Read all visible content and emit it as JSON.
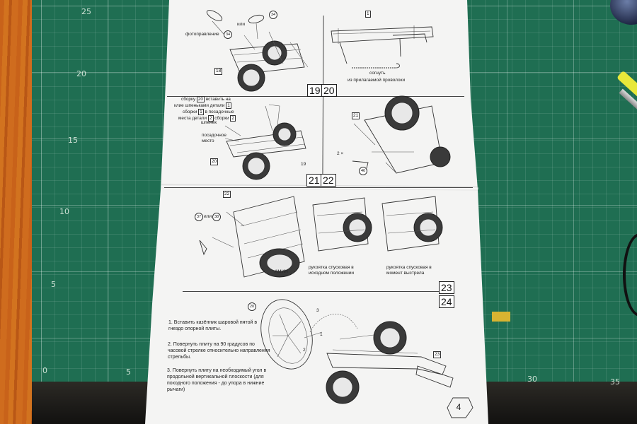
{
  "mat": {
    "ruler_left": [
      "25",
      "20",
      "15",
      "10",
      "5",
      "0"
    ],
    "ruler_bottom": [
      "5",
      "30",
      "35"
    ]
  },
  "sheet": {
    "page_number": "4",
    "step_numbers": [
      "19",
      "20",
      "21",
      "22",
      "23",
      "24"
    ]
  },
  "step19": {
    "option_word": "или",
    "photoetch_label": "фотоправление",
    "parts": [
      "34",
      "34",
      "18"
    ]
  },
  "step20": {
    "part": "1",
    "bend_label": "согнуть",
    "wire_label": "из прилагаемой проволоки"
  },
  "step21": {
    "instruction_part_a": "сборку",
    "assembly_1": "20",
    "instruction_part_b": "вставить на",
    "instruction_part_c": "клие шпеньками детали",
    "detail_1": "1",
    "instruction_part_d": "сборки",
    "detail_2": "1",
    "instruction_part_e": "в посадочные",
    "instruction_part_f": "места детали",
    "detail_3": "2",
    "instruction_part_g": "сборки",
    "detail_4": "2",
    "pin_label": "шпенёк",
    "seat_label": "посадочное место",
    "parts": [
      "20",
      "19"
    ]
  },
  "step22": {
    "parts": [
      "21",
      "46"
    ],
    "quantity": "2 ×"
  },
  "step23": {
    "parts": [
      "22",
      "37",
      "38"
    ],
    "option_word": "или",
    "trigger_initial": "рукоятка спусковая в исходном положении",
    "trigger_fire": "рукоятка спусковая в момент выстрела",
    "stencil": "АМИН"
  },
  "step24": {
    "parts": [
      "20",
      "23"
    ],
    "sequence": [
      "3",
      "1",
      "2"
    ],
    "instructions": [
      "1. Вставить казённик шаровой пятой в гнездо опорной плиты.",
      "2. Повернуть плиту на 90 градусов по часовой стрелке относительно направления стрельбы.",
      "3. Повернуть плиту на необходимый угол в продольной вертикальной плоскости (для походного положения - до упора в нижние рычаги)"
    ]
  }
}
